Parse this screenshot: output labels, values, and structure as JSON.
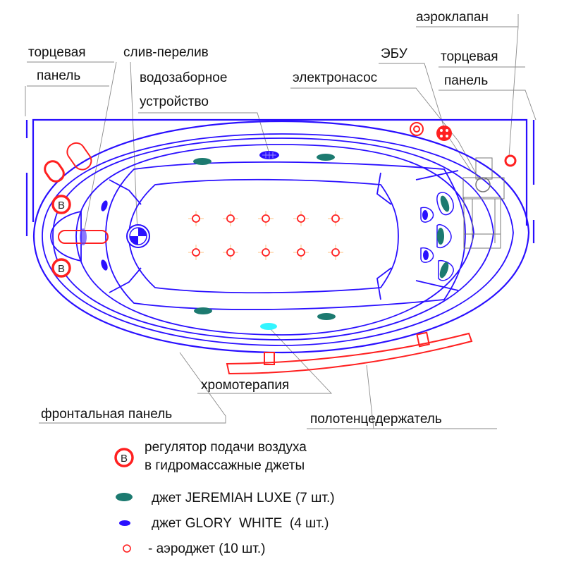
{
  "labels": {
    "end_panel_left_1": "торцевая",
    "end_panel_left_2": "панель",
    "drain_overflow": "слив-перелив",
    "water_intake_1": "водозаборное",
    "water_intake_2": "устройство",
    "air_valve": "аэроклапан",
    "ecu": "ЭБУ",
    "end_panel_right_1": "торцевая",
    "end_panel_right_2": "панель",
    "pump": "электронасос",
    "chromotherapy": "хромотерапия",
    "front_panel": "фронтальная панель",
    "towel_holder": "полотенцедержатель"
  },
  "legend": {
    "air_regulator_symbol": "B",
    "air_regulator_1": "регулятор подачи воздуха",
    "air_regulator_2": "в гидромассажные джеты",
    "jeremiah": "джет JEREMIAH LUXE (7 шт.)",
    "glory": "джет GLORY  WHITE  (4 шт.)",
    "aerojet": "- аэроджет (10 шт.)"
  },
  "diagram": {
    "regulator_symbol": "B"
  },
  "colors": {
    "outline": "#2a10ff",
    "jeremiah_jet": "#1c7a70",
    "glory_jet": "#2a10ff",
    "aerojet": "#ff2020",
    "chromotherapy": "#33f5ff"
  }
}
